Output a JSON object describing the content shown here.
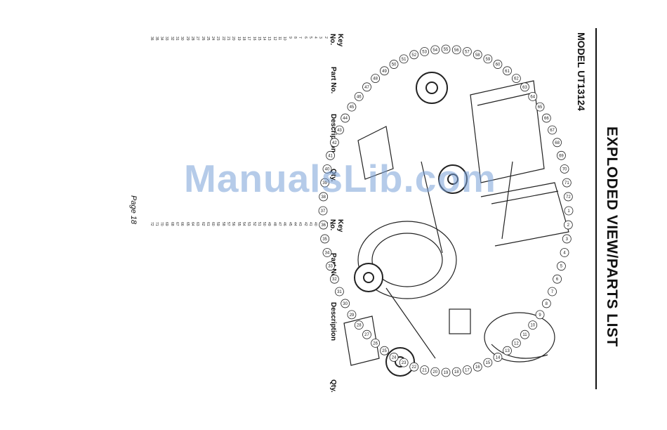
{
  "header": {
    "title": "EXPLODED VIEW/PARTS LIST",
    "model": "MODEL UT13124"
  },
  "columns": {
    "key": "Key",
    "key2": "No.",
    "part": "Part No.",
    "desc": "Description",
    "qty": "Qty."
  },
  "table_left": {
    "key_numbers": [
      "1",
      "2",
      "3",
      "4",
      "5",
      "6",
      "7",
      "8",
      "9",
      "10",
      "11",
      "12",
      "13",
      "14",
      "15",
      "16",
      "17",
      "18",
      "19",
      "20",
      "21",
      "22",
      "23",
      "24",
      "25",
      "26",
      "27",
      "28",
      "29",
      "30",
      "31",
      "32",
      "33",
      "34",
      "35",
      "36"
    ]
  },
  "table_right": {
    "key_numbers": [
      "37",
      "38",
      "39",
      "40",
      "41",
      "42",
      "43",
      "44",
      "45",
      "46",
      "47",
      "48",
      "49",
      "50",
      "51",
      "52",
      "53",
      "54",
      "55",
      "56",
      "57",
      "58",
      "59",
      "60",
      "61",
      "62",
      "63",
      "64",
      "65",
      "66",
      "67",
      "68",
      "69",
      "70",
      "71",
      "72"
    ]
  },
  "footer": {
    "page": "Page 18"
  },
  "watermark": "ManualsLib.com",
  "callouts": [
    "1",
    "2",
    "3",
    "4",
    "5",
    "6",
    "7",
    "8",
    "9",
    "10",
    "11",
    "12",
    "13",
    "14",
    "15",
    "16",
    "17",
    "18",
    "19",
    "20",
    "21",
    "22",
    "23",
    "24",
    "25",
    "26",
    "27",
    "28",
    "29",
    "30",
    "31",
    "32",
    "33",
    "34",
    "35",
    "36",
    "37",
    "38",
    "39",
    "40",
    "41",
    "42",
    "43",
    "44",
    "45",
    "46",
    "47",
    "48",
    "49",
    "50",
    "51",
    "52",
    "53",
    "54",
    "55",
    "56",
    "57",
    "58",
    "59",
    "60",
    "61",
    "62",
    "63",
    "64",
    "65",
    "66",
    "67",
    "68",
    "69",
    "70",
    "71",
    "72"
  ]
}
